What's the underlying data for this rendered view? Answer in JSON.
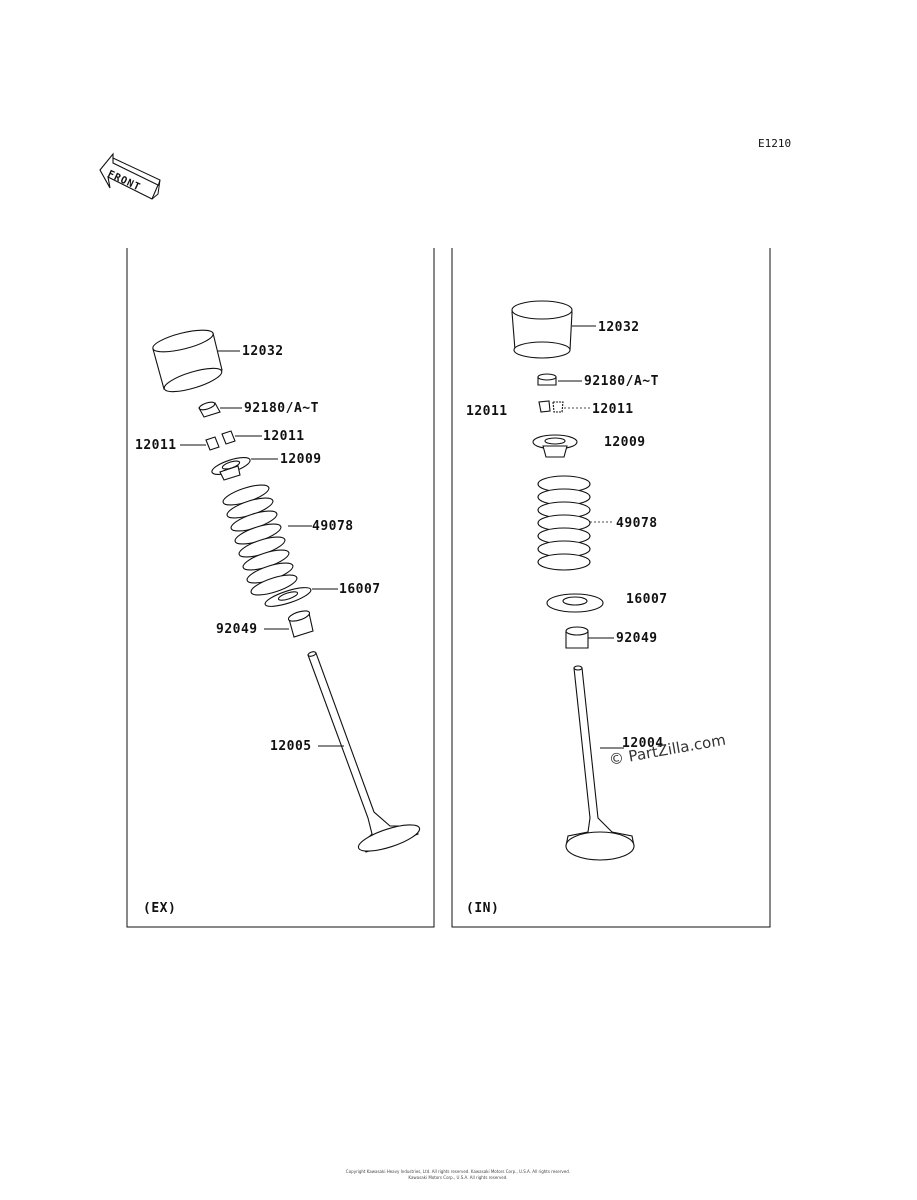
{
  "diagram_code": "E1210",
  "front_arrow_label": "FRONT",
  "panels": {
    "ex": {
      "caption": "(EX)",
      "labels": {
        "12032": "12032",
        "92180": "92180/A~T",
        "12011a": "12011",
        "12011b": "12011",
        "12009": "12009",
        "49078": "49078",
        "16007": "16007",
        "92049": "92049",
        "12005": "12005"
      }
    },
    "in": {
      "caption": "(IN)",
      "labels": {
        "12032": "12032",
        "92180": "92180/A~T",
        "12011a": "12011",
        "12011b": "12011",
        "12009": "12009",
        "49078": "49078",
        "16007": "16007",
        "92049": "92049",
        "12004": "12004"
      }
    }
  },
  "watermark": "© PartZilla.com",
  "footer": {
    "line1": "Copyright Kawasaki Heavy Industries, Ltd. All rights reserved. Kawasaki Motors Corp., U.S.A. All rights reserved.",
    "line2": "Kawasaki Motors Corp., U.S.A. All rights reserved."
  }
}
